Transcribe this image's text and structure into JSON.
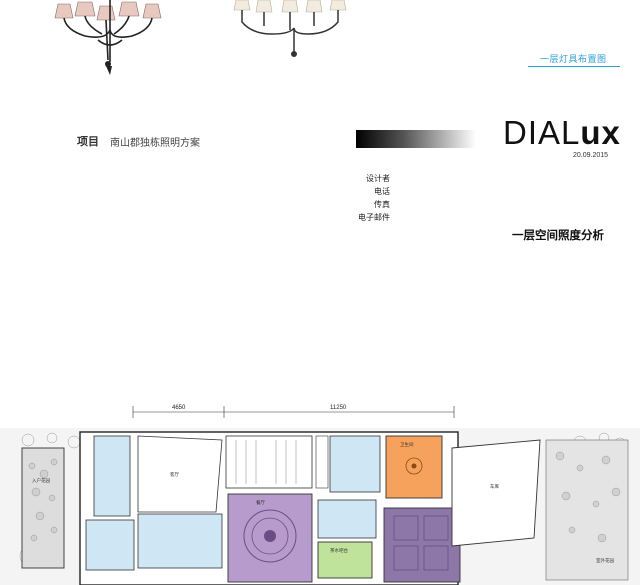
{
  "header": {
    "tag_title": "一层灯具布置图"
  },
  "project": {
    "label": "项目",
    "name": "南山郡独栋照明方案"
  },
  "logo": {
    "part_a": "DIAL",
    "part_b": "ux",
    "date": "20.09.2015"
  },
  "contact": {
    "designer": "设计者",
    "phone": "电话",
    "fax": "传真",
    "email": "电子邮件"
  },
  "section": {
    "title": "一层空间照度分析"
  },
  "plan": {
    "dim_left": "4650",
    "dim_right": "11250",
    "room_labels": [
      "入户花园",
      "客厅",
      "餐厅",
      "卫生间",
      "茶水吧台",
      "车库",
      "室外花园"
    ]
  },
  "colors": {
    "accent_blue": "#2aa2d8",
    "room_light_blue": "#cfe6f5",
    "room_purple": "#b69bcc",
    "room_orange": "#f6a25c",
    "room_green": "#bfe39a",
    "room_dark_purple": "#8d76a8"
  }
}
